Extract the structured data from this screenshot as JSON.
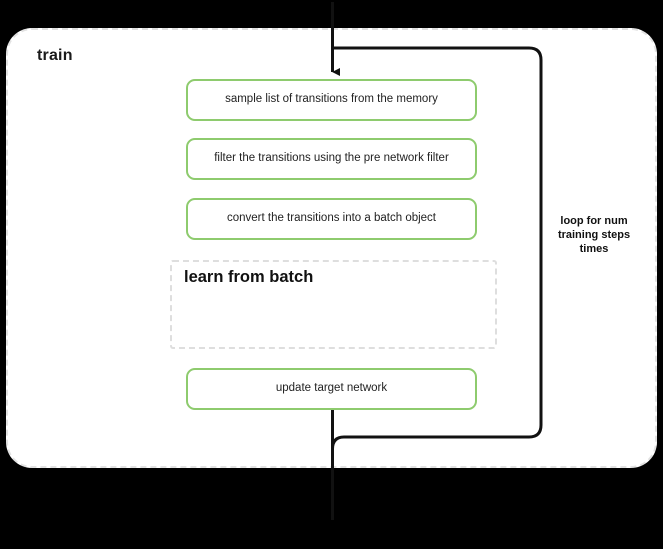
{
  "diagram": {
    "background_color": "#000000",
    "container": {
      "label": "train",
      "fill": "#ffffff",
      "border_color": "#e2e2e2",
      "border_style": "dashed"
    },
    "accent_color": "#8ecb6e",
    "steps": [
      {
        "id": "sample",
        "label": "sample list of transitions from the memory"
      },
      {
        "id": "filter",
        "label": "filter the transitions using the pre network filter"
      },
      {
        "id": "convert",
        "label": "convert the transitions into a batch object"
      },
      {
        "id": "update-target",
        "label": "update target network"
      }
    ],
    "sub_block": {
      "label": "learn from batch",
      "border_color": "#dedede",
      "border_style": "dashed"
    },
    "loop": {
      "label": "loop for num training steps times",
      "line_color": "#111111"
    },
    "icons": {
      "flow_arrow": "arrow-down-icon"
    }
  }
}
